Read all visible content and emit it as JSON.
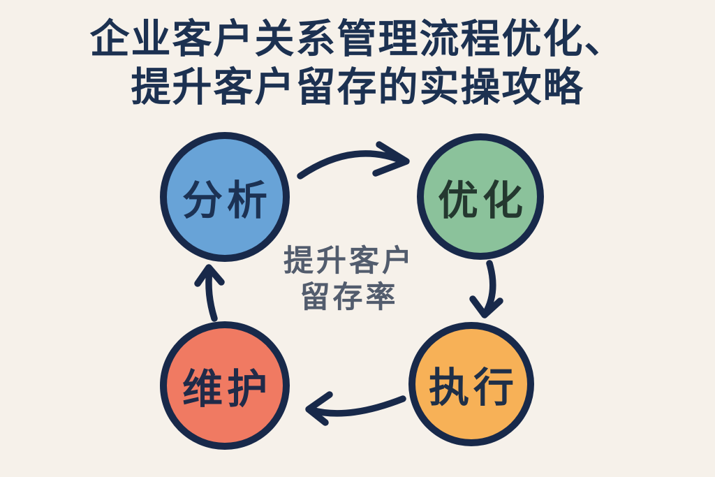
{
  "title": {
    "line1": "企业客户关系管理流程优化、",
    "line2": "提升客户留存的实操攻略"
  },
  "center_label": {
    "line1": "提升客户",
    "line2": "留存率"
  },
  "colors": {
    "background": "#F6F1EA",
    "outline": "#18294A",
    "title_text": "#1C3151",
    "center_text": "#525C6D"
  },
  "diagram": {
    "type": "cycle",
    "direction": "clockwise",
    "nodes": [
      {
        "id": "analysis",
        "label": "分析",
        "fill": "#68A3D7",
        "text_color": "#1C3254",
        "position": "top-left"
      },
      {
        "id": "optimization",
        "label": "优化",
        "fill": "#8BC29B",
        "text_color": "#24382F",
        "position": "top-right"
      },
      {
        "id": "execution",
        "label": "执行",
        "fill": "#F7B157",
        "text_color": "#1E2F48",
        "position": "bottom-right"
      },
      {
        "id": "maintenance",
        "label": "维护",
        "fill": "#F07A62",
        "text_color": "#202B49",
        "position": "bottom-left"
      }
    ],
    "flow": [
      "analysis",
      "optimization",
      "execution",
      "maintenance",
      "analysis"
    ]
  }
}
